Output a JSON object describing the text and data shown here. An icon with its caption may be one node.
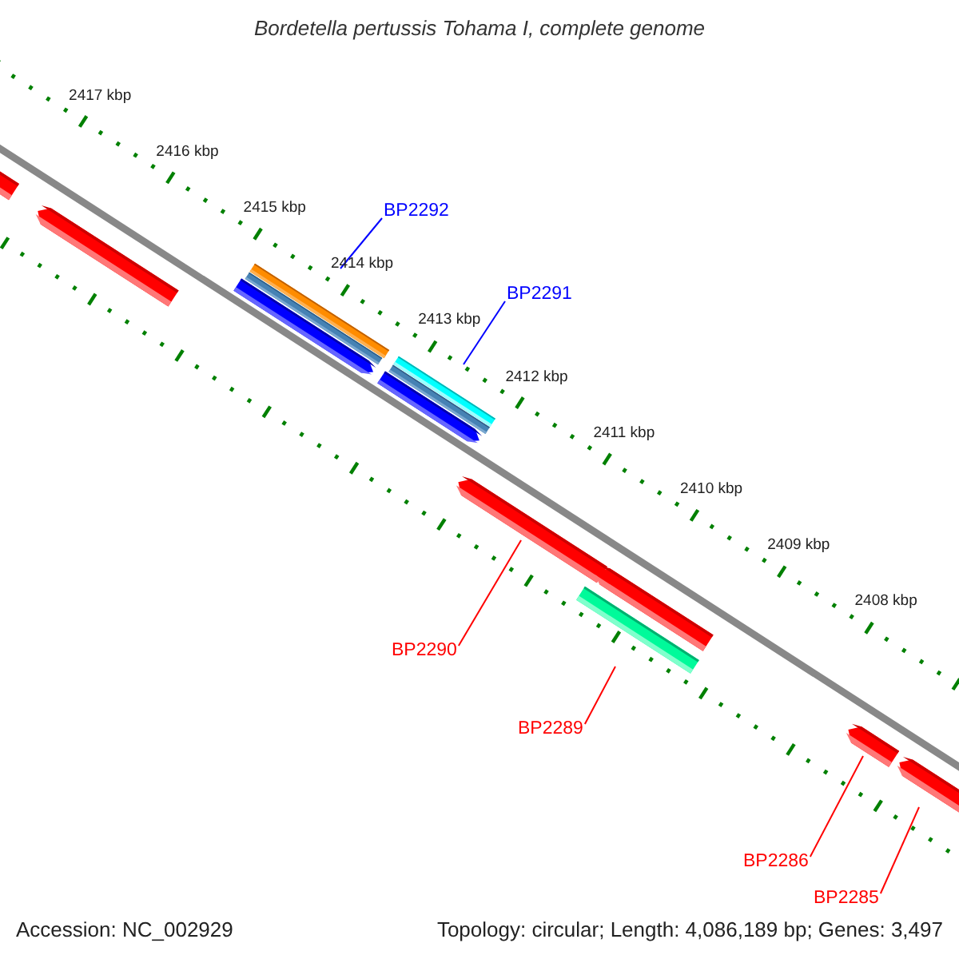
{
  "diagram": {
    "title": "Bordetella pertussis Tohama I, complete genome",
    "nodes": [
      {
        "text": [
          "BP2292"
        ]
      },
      {
        "text": [
          "BP2291"
        ]
      },
      {
        "text": [
          "BP2290"
        ]
      },
      {
        "text": [
          "BP2289"
        ]
      },
      {
        "text": [
          "BP2286"
        ]
      },
      {
        "text": [
          "BP2285"
        ]
      },
      {
        "text": [],
        "shape": "arrow"
      },
      {
        "text": [],
        "shape": "arrow"
      },
      {
        "text": [],
        "shape": "bar"
      },
      {
        "text": [],
        "shape": "bar"
      },
      {
        "text": [],
        "shape": "arrow"
      },
      {
        "text": [],
        "shape": "bar"
      },
      {
        "text": [],
        "shape": "bar"
      },
      {
        "text": [],
        "shape": "arrow"
      },
      {
        "text": [],
        "shape": "arrow"
      },
      {
        "text": [],
        "shape": "arrow"
      },
      {
        "text": [],
        "shape": "bar"
      },
      {
        "text": [],
        "shape": "arrow"
      },
      {
        "text": [],
        "shape": "arrow"
      }
    ],
    "edges": [
      {
        "from": 0,
        "to": 8,
        "arrow": "none",
        "color": "#0000ff"
      },
      {
        "from": 1,
        "to": 11,
        "arrow": "none",
        "color": "#0000ff"
      },
      {
        "from": 2,
        "to": 14,
        "arrow": "none"
      },
      {
        "from": 3,
        "to": 16,
        "arrow": "none"
      },
      {
        "from": 4,
        "to": 17,
        "arrow": "none"
      },
      {
        "from": 5,
        "to": 18,
        "arrow": "none"
      }
    ],
    "labels": [
      "2417 kbp",
      "2416 kbp",
      "2415 kbp",
      "2414 kbp",
      "2413 kbp",
      "2412 kbp",
      "2411 kbp",
      "2410 kbp",
      "2409 kbp",
      "2408 kbp",
      "Accession: NC_002929",
      "Topology: circular; Length: 4,086,189 bp; Genes: 3,497"
    ]
  }
}
